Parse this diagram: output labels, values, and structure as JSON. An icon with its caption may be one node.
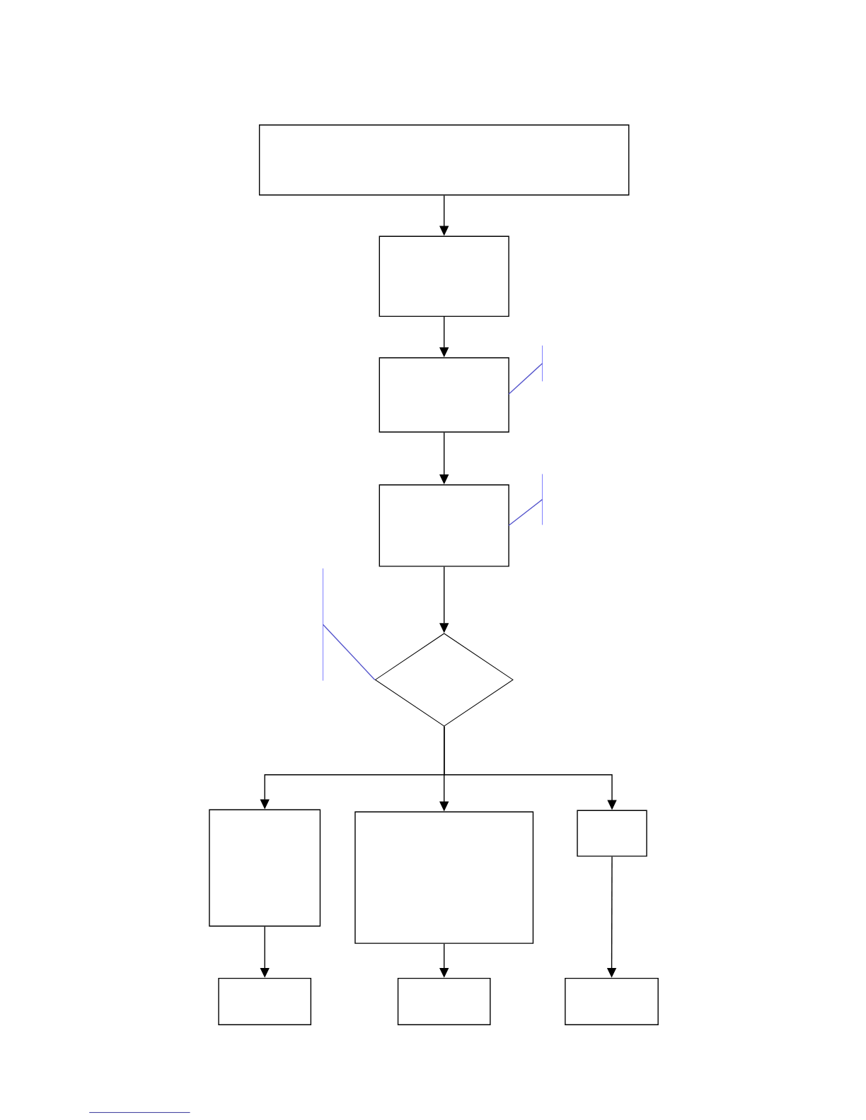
{
  "diagram": {
    "nodes": [
      {
        "text": [],
        "shape": "box"
      },
      {
        "text": [],
        "shape": "box"
      },
      {
        "text": [],
        "shape": "box"
      },
      {
        "text": [],
        "shape": "box"
      },
      {
        "text": [],
        "shape": "diamond"
      },
      {
        "text": [],
        "shape": "box"
      },
      {
        "text": [],
        "shape": "box"
      },
      {
        "text": [],
        "shape": "box"
      },
      {
        "text": [],
        "shape": "box"
      },
      {
        "text": [],
        "shape": "box"
      },
      {
        "text": [],
        "shape": "box"
      },
      {
        "text": [],
        "shape": "bracket"
      },
      {
        "text": [],
        "shape": "bracket"
      },
      {
        "text": [],
        "shape": "bracket"
      }
    ],
    "edges": [
      {
        "from": 0,
        "to": 1,
        "arrow": "to"
      },
      {
        "from": 1,
        "to": 2,
        "arrow": "to"
      },
      {
        "from": 2,
        "to": 3,
        "arrow": "to"
      },
      {
        "from": 3,
        "to": 4,
        "arrow": "to"
      },
      {
        "from": 4,
        "to": 5,
        "arrow": "to"
      },
      {
        "from": 4,
        "to": 6,
        "arrow": "to"
      },
      {
        "from": 4,
        "to": 7,
        "arrow": "to"
      },
      {
        "from": 5,
        "to": 8,
        "arrow": "to"
      },
      {
        "from": 6,
        "to": 9,
        "arrow": "to"
      },
      {
        "from": 7,
        "to": 10,
        "arrow": "to"
      },
      {
        "from": 11,
        "to": 2,
        "arrow": "none",
        "color": "#5555cc"
      },
      {
        "from": 12,
        "to": 3,
        "arrow": "none",
        "color": "#5555cc"
      },
      {
        "from": 13,
        "to": 4,
        "arrow": "none",
        "color": "#5555cc"
      }
    ]
  }
}
